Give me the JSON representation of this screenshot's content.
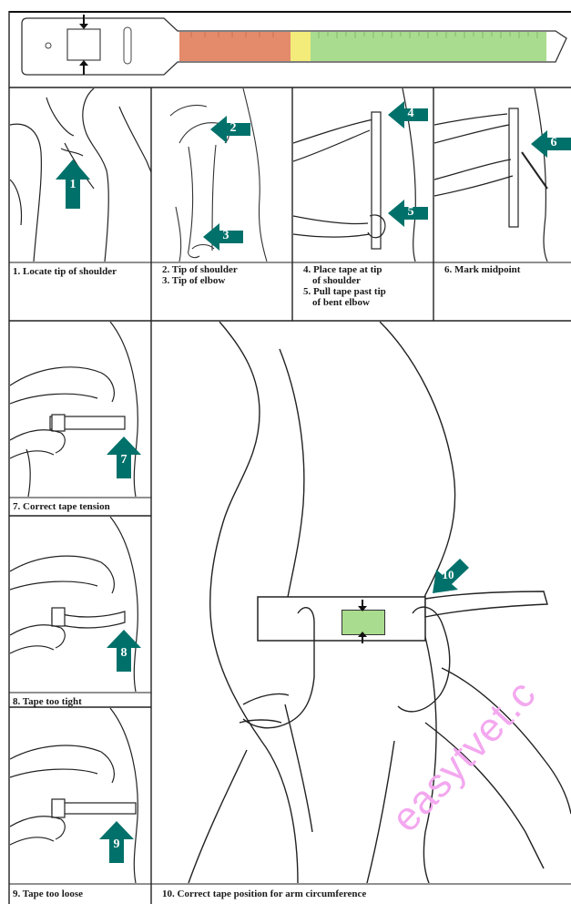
{
  "panels": {
    "p1": {
      "num": "1.",
      "text": "Locate tip of shoulder",
      "arrow": "1"
    },
    "p2": {
      "line1": "2. Tip of shoulder",
      "line2": "3. Tip of elbow",
      "arrowA": "2",
      "arrowB": "3"
    },
    "p3": {
      "line1": "4. Place tape at tip",
      "line2": "of shoulder",
      "line3": "5. Pull tape past tip",
      "line4": "of bent elbow",
      "arrowA": "4",
      "arrowB": "5"
    },
    "p4": {
      "text": "6. Mark midpoint",
      "arrow": "6"
    },
    "p7": {
      "text": "7. Correct tape tension",
      "arrow": "7"
    },
    "p8": {
      "text": "8. Tape too tight",
      "arrow": "8"
    },
    "p9": {
      "text": "9. Tape too loose",
      "arrow": "9"
    },
    "p10": {
      "text": "10. Correct tape position for arm circumference",
      "arrow": "10"
    }
  },
  "tape_zones": {
    "red": "#e38b6a",
    "yellow": "#f3ec7a",
    "green": "#a9dc8e"
  },
  "arrow_color": "#00716a",
  "watermark": "easytvet.c"
}
